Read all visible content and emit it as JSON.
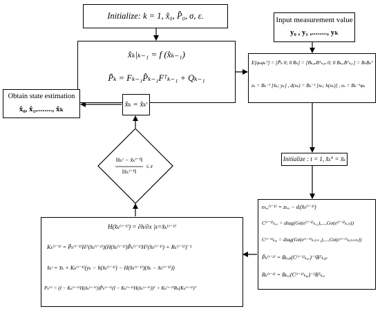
{
  "nodes": {
    "initialize": {
      "text": "Initialize: k = 1, x̂₀, P̂₀, σ, ε."
    },
    "input": {
      "title": "Input measurement value",
      "seq": "y₀ , y₁ ,........, yₖ"
    },
    "predict": {
      "line1": "x̂ₖ|ₖ₋₁ = f (x̂ₖ₋₁)",
      "line2": "P̃ₖ = Fₖ₋₁P̂ₖ₋₁Fᵀₖ₋₁ + Qₖ₋₁"
    },
    "decomp": {
      "line1": "E[φₖφₖᵀ] = [P̃ₖ 0; 0 Rₖ] = [Bₖ,ₚBᵀₖ,ₚ 0; 0 Bₖ,ᵣBᵀₖ,ᵣ] = BₖBₖᵀ",
      "line2": "zₖ = Bₖ⁻¹ [x̃ₖ; yₖ] ,  d(xₖ) = Bₖ⁻¹ [xₖ; h(xₖ)] , eₖ = Bₖ⁻¹φₖ"
    },
    "state_update": {
      "text": "x̂ₖ = x̂ₖᵗ"
    },
    "output": {
      "title": "Obtain state estimation",
      "seq": "x̂₀, x̂₁,........, x̂ₖ"
    },
    "condition": {
      "num": "‖x̂ₖᵗ − x̂ₖᵗ⁻¹‖",
      "den": "‖x̂ₖᵗ⁻¹‖",
      "rel": "≤ ε"
    },
    "init_iter": {
      "text": "Initialize : t = 1,  x̂ₖ⁰ = x̃ₖ"
    },
    "weights": {
      "l1": "eₖ,ᵢ⁽ᵗ⁻¹⁾ = zₖ,ᵢ − dᵢ(x̂ₖ⁽ᵗ⁻¹⁾)",
      "l2": "C⁽ᵗ⁻¹⁾ₖ,ₓ = diag(Gσ(e⁽ᵗ⁻¹⁾ₖ,₁),...,Gσ(e⁽ᵗ⁻¹⁾ₖ,ₙ))",
      "l3": "C⁽ᵗ⁻¹⁾ₖ,ᵧ = diag(Gσ(e⁽ᵗ⁻¹⁾ₖ,ₙ₊₁),...,Gσ(e⁽ᵗ⁻¹⁾ₖ,ₙ₊ₘ))",
      "l4": "P̃ₖ⁽ᵗ⁻¹⁾ = Bₖ,ₚ(C⁽ᵗ⁻¹⁾ₖ,ₓ)⁻¹Bᵀₖ,ₚ",
      "l5": "Rₖ⁽ᵗ⁻¹⁾ = Bₖ,ᵣ(C⁽ᵗ⁻¹⁾ₖ,ᵧ)⁻¹Bᵀₖ,ᵣ"
    },
    "update": {
      "l1": "H(x̂ₖ⁽ᵗ⁻¹⁾) = ∂h/∂x |x=x̂ₖ⁽ᵗ⁻¹⁾",
      "l2": "Kₖ⁽ᵗ⁻¹⁾ = P̃ₖ⁽ᵗ⁻¹⁾Hᵀ(x̂ₖ⁽ᵗ⁻¹⁾)(H(x̂ₖ⁽ᵗ⁻¹⁾)P̃ₖ⁽ᵗ⁻¹⁾Hᵀ(x̂ₖ⁽ᵗ⁻¹⁾) + Rₖ⁽ᵗ⁻¹⁾)⁻¹",
      "l3": "x̂ₖᵗ = x̃ₖ + Kₖ⁽ᵗ⁻¹⁾(yₖ − h(x̂ₖ⁽ᵗ⁻¹⁾) − H(x̂ₖ⁽ᵗ⁻¹⁾)(x̃ₖ − x̂ₖ⁽ᵗ⁻¹⁾))",
      "l4": "Pₖ⁽ᵗ⁾ = (I − Kₖ⁽ᵗ⁻¹⁾H(x̂ₖ⁽ᵗ⁻¹⁾))P̃ₖ⁽ᵗ⁻¹⁾(I − Kₖ⁽ᵗ⁻¹⁾H(x̂ₖ⁽ᵗ⁻¹⁾))ᵀ + Kₖ⁽ᵗ⁻¹⁾Rₖ(Kₖ⁽ᵗ⁻¹⁾)ᵀ"
    }
  }
}
